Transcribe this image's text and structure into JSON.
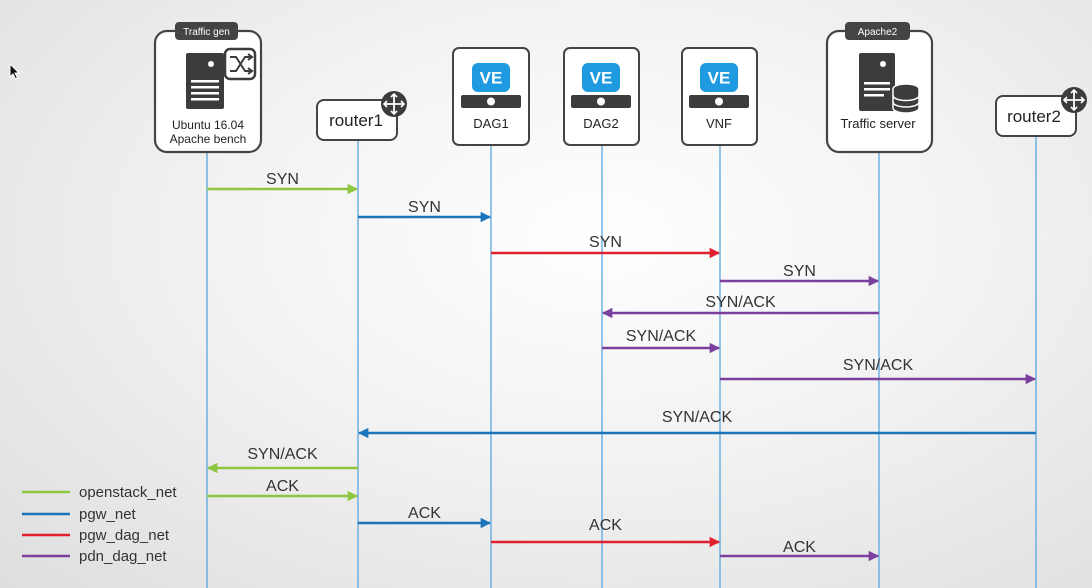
{
  "colors": {
    "openstack_net": "#8dc63f",
    "pgw_net": "#1b75bc",
    "pgw_dag_net": "#e0202e",
    "pdn_dag_net": "#7b3f9e",
    "lifeline": "#5aa6de",
    "ve_blue": "#1e9be0"
  },
  "nodes": {
    "trafficgen": {
      "tag": "Traffic gen",
      "line1": "Ubuntu 16.04",
      "line2": "Apache bench",
      "icon": "server-shuffle-icon"
    },
    "router1": {
      "label": "router1",
      "icon": "router-icon"
    },
    "dag1": {
      "badge": "VE",
      "label": "DAG1"
    },
    "dag2": {
      "badge": "VE",
      "label": "DAG2"
    },
    "vnf": {
      "badge": "VE",
      "label": "VNF"
    },
    "apache2": {
      "tag": "Apache2",
      "label": "Traffic server",
      "icon": "server-database-icon"
    },
    "router2": {
      "label": "router2",
      "icon": "router-icon"
    }
  },
  "messages": [
    {
      "label": "SYN",
      "from": "trafficgen",
      "to": "router1",
      "net": "openstack_net"
    },
    {
      "label": "SYN",
      "from": "router1",
      "to": "dag1",
      "net": "pgw_net"
    },
    {
      "label": "SYN",
      "from": "dag1",
      "to": "vnf",
      "net": "pgw_dag_net"
    },
    {
      "label": "SYN",
      "from": "vnf",
      "to": "apache2",
      "net": "pdn_dag_net"
    },
    {
      "label": "SYN/ACK",
      "from": "apache2",
      "to": "dag2",
      "net": "pdn_dag_net"
    },
    {
      "label": "SYN/ACK",
      "from": "dag2",
      "to": "vnf",
      "net": "pdn_dag_net"
    },
    {
      "label": "SYN/ACK",
      "from": "vnf",
      "to": "router2",
      "net": "pdn_dag_net"
    },
    {
      "label": "SYN/ACK",
      "from": "router2",
      "to": "router1",
      "net": "pgw_net"
    },
    {
      "label": "SYN/ACK",
      "from": "router1",
      "to": "trafficgen",
      "net": "openstack_net"
    },
    {
      "label": "ACK",
      "from": "trafficgen",
      "to": "router1",
      "net": "openstack_net"
    },
    {
      "label": "ACK",
      "from": "router1",
      "to": "dag1",
      "net": "pgw_net"
    },
    {
      "label": "ACK",
      "from": "dag1",
      "to": "vnf",
      "net": "pgw_dag_net"
    },
    {
      "label": "ACK",
      "from": "vnf",
      "to": "apache2",
      "net": "pdn_dag_net"
    }
  ],
  "legend": [
    {
      "label": "openstack_net",
      "net": "openstack_net"
    },
    {
      "label": "pgw_net",
      "net": "pgw_net"
    },
    {
      "label": "pgw_dag_net",
      "net": "pgw_dag_net"
    },
    {
      "label": "pdn_dag_net",
      "net": "pdn_dag_net"
    }
  ]
}
